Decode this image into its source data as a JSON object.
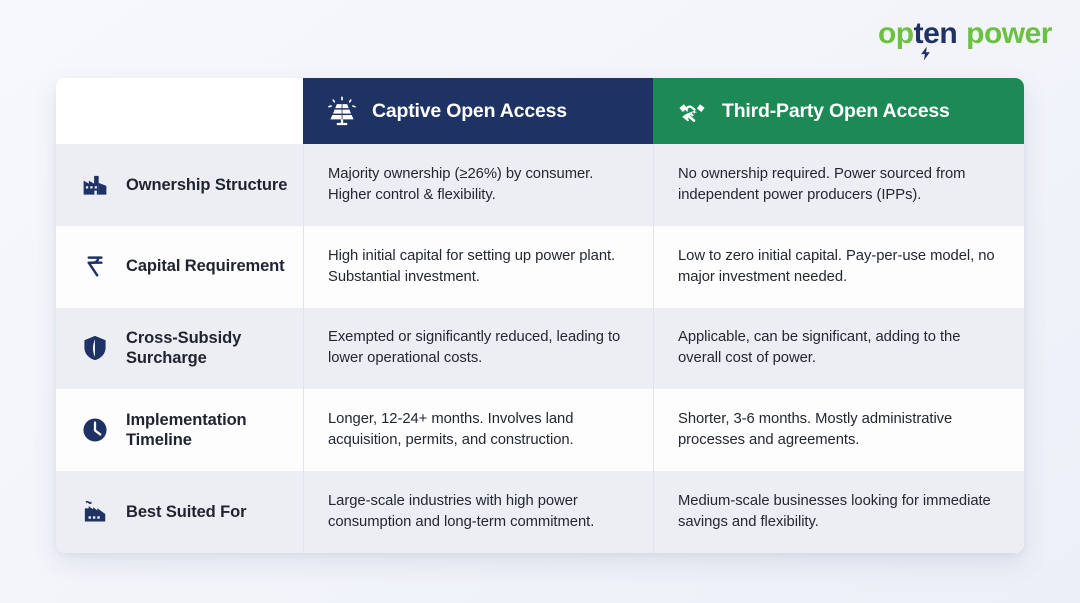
{
  "brand": {
    "name_part1": "op",
    "name_part2": "ten",
    "name_part3": "power",
    "green": "#6cc042",
    "navy": "#1e3263",
    "bolt_icon": "lightning-bolt-icon"
  },
  "table": {
    "header": {
      "blank_label": "",
      "columns": [
        {
          "label": "Captive Open Access",
          "icon": "solar-panel-icon",
          "color": "#1e3263"
        },
        {
          "label": "Third-Party Open Access",
          "icon": "handshake-icon",
          "color": "#1d8a55"
        }
      ]
    },
    "rows": [
      {
        "label": "Ownership Structure",
        "icon": "factory-icon",
        "captive": "Majority ownership (≥26%) by consumer. Higher control & flexibility.",
        "third_party": "No ownership required. Power sourced from independent power producers (IPPs)."
      },
      {
        "label": "Capital Requirement",
        "icon": "rupee-icon",
        "captive": "High initial capital for setting up power plant. Substantial investment.",
        "third_party": "Low to zero initial capital. Pay-per-use model, no major investment needed."
      },
      {
        "label": "Cross-Subsidy Surcharge",
        "icon": "shield-icon",
        "captive": "Exempted or significantly reduced, leading to lower operational costs.",
        "third_party": "Applicable, can be significant, adding to the overall cost of power."
      },
      {
        "label": "Implementation Timeline",
        "icon": "clock-icon",
        "captive": "Longer, 12-24+ months. Involves land acquisition, permits, and construction.",
        "third_party": "Shorter, 3-6 months. Mostly administrative processes and agreements."
      },
      {
        "label": "Best Suited For",
        "icon": "factory-smoke-icon",
        "captive": "Large-scale industries with high power consumption and long-term commitment.",
        "third_party": "Medium-scale businesses looking for immediate savings and flexibility."
      }
    ]
  }
}
